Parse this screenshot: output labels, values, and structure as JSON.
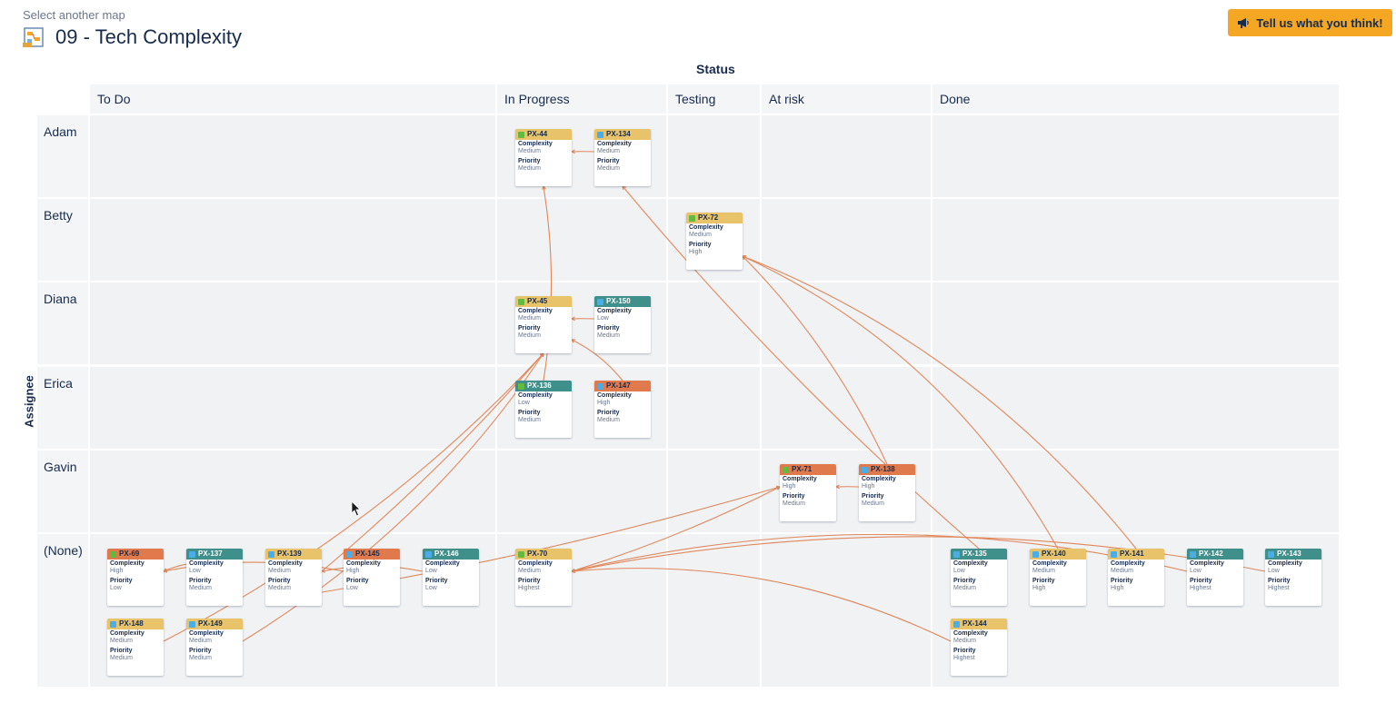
{
  "header": {
    "select_map": "Select another map",
    "title": "09 - Tech Complexity",
    "feedback_button": "Tell us what you think!"
  },
  "board": {
    "x_axis_label": "Status",
    "y_axis_label": "Assignee",
    "columns": [
      "To Do",
      "In Progress",
      "Testing",
      "At risk",
      "Done"
    ],
    "rows": [
      "Adam",
      "Betty",
      "Diana",
      "Erica",
      "Gavin",
      "(None)"
    ],
    "field_labels": {
      "complexity": "Complexity",
      "priority": "Priority"
    }
  },
  "colors": {
    "header_yellow": "#e8c36a",
    "header_teal": "#3f8f8b",
    "header_orange": "#e07a4d",
    "link_line": "#e0875a",
    "feedback_button": "#f5a623"
  },
  "cards": [
    {
      "key": "PX-44",
      "type": "story",
      "color": "yellow",
      "complexity": "Medium",
      "priority": "Medium"
    },
    {
      "key": "PX-134",
      "type": "task",
      "color": "yellow",
      "complexity": "Medium",
      "priority": "Medium"
    },
    {
      "key": "PX-72",
      "type": "story",
      "color": "yellow",
      "complexity": "Medium",
      "priority": "High"
    },
    {
      "key": "PX-45",
      "type": "story",
      "color": "yellow",
      "complexity": "Medium",
      "priority": "Medium"
    },
    {
      "key": "PX-150",
      "type": "task",
      "color": "teal",
      "complexity": "Low",
      "priority": "Medium"
    },
    {
      "key": "PX-136",
      "type": "story",
      "color": "teal",
      "complexity": "Low",
      "priority": "Medium"
    },
    {
      "key": "PX-147",
      "type": "task",
      "color": "orange",
      "complexity": "High",
      "priority": "Medium"
    },
    {
      "key": "PX-71",
      "type": "story",
      "color": "orange",
      "complexity": "High",
      "priority": "Medium"
    },
    {
      "key": "PX-138",
      "type": "task",
      "color": "orange",
      "complexity": "High",
      "priority": "Medium"
    },
    {
      "key": "PX-69",
      "type": "story",
      "color": "orange",
      "complexity": "High",
      "priority": "Low"
    },
    {
      "key": "PX-137",
      "type": "task",
      "color": "teal",
      "complexity": "Low",
      "priority": "Medium"
    },
    {
      "key": "PX-139",
      "type": "task",
      "color": "yellow",
      "complexity": "Medium",
      "priority": "Medium"
    },
    {
      "key": "PX-145",
      "type": "task",
      "color": "orange",
      "complexity": "High",
      "priority": "Low"
    },
    {
      "key": "PX-146",
      "type": "task",
      "color": "teal",
      "complexity": "Low",
      "priority": "Low"
    },
    {
      "key": "PX-148",
      "type": "task",
      "color": "yellow",
      "complexity": "Medium",
      "priority": "Medium"
    },
    {
      "key": "PX-149",
      "type": "task",
      "color": "yellow",
      "complexity": "Medium",
      "priority": "Medium"
    },
    {
      "key": "PX-70",
      "type": "story",
      "color": "yellow",
      "complexity": "Medium",
      "priority": "Highest"
    },
    {
      "key": "PX-135",
      "type": "task",
      "color": "teal",
      "complexity": "Low",
      "priority": "Medium"
    },
    {
      "key": "PX-140",
      "type": "task",
      "color": "yellow",
      "complexity": "Medium",
      "priority": "High"
    },
    {
      "key": "PX-141",
      "type": "task",
      "color": "yellow",
      "complexity": "Medium",
      "priority": "High"
    },
    {
      "key": "PX-142",
      "type": "task",
      "color": "teal",
      "complexity": "Low",
      "priority": "Highest"
    },
    {
      "key": "PX-143",
      "type": "task",
      "color": "teal",
      "complexity": "Low",
      "priority": "Highest"
    },
    {
      "key": "PX-144",
      "type": "task",
      "color": "yellow",
      "complexity": "Medium",
      "priority": "Highest"
    }
  ]
}
